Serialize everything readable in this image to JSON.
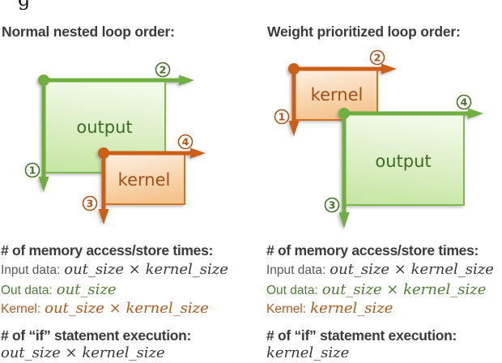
{
  "page": {
    "cropped_caption_fragment": "g"
  },
  "colors": {
    "green_arrow": "#6faf3f",
    "green_box_border": "#7cb84d",
    "green_fill_light": "#f1f9e7",
    "green_fill_dark": "#c5e5a0",
    "green_text": "#3f6b27",
    "green_badge": "#47702b",
    "orange_arrow": "#cd5e15",
    "orange_box_border": "#d5701f",
    "orange_fill_light": "#fdf1e3",
    "orange_fill_dark": "#f5c48f",
    "orange_text": "#a24e15",
    "orange_badge": "#b05217",
    "heading_text": "#3b3b3b"
  },
  "left_panel": {
    "heading": "Normal nested loop order:",
    "diagram": {
      "output_label": "output",
      "kernel_label": "kernel",
      "step_1": "1",
      "step_2": "2",
      "step_3": "3",
      "step_4": "4"
    },
    "memory": {
      "heading": "# of memory access/store times:",
      "input_label": "Input data:",
      "input_value": "out_size × kernel_size",
      "out_label": "Out data:",
      "out_value": "out_size",
      "kernel_label": "Kernel:",
      "kernel_value": "out_size × kernel_size"
    },
    "if_exec": {
      "heading": "# of “if” statement execution:",
      "value": "out_size × kernel_size"
    }
  },
  "right_panel": {
    "heading": "Weight prioritized loop order:",
    "diagram": {
      "output_label": "output",
      "kernel_label": "kernel",
      "step_1": "1",
      "step_2": "2",
      "step_3": "3",
      "step_4": "4"
    },
    "memory": {
      "heading": "# of memory access/store times:",
      "input_label": "Input data:",
      "input_value": "out_size × kernel_size",
      "out_label": "Out data:",
      "out_value": "out_size × kernel_size",
      "kernel_label": "Kernel:",
      "kernel_value": "kernel_size"
    },
    "if_exec": {
      "heading": "# of “if” statement execution:",
      "value": "kernel_size"
    }
  }
}
